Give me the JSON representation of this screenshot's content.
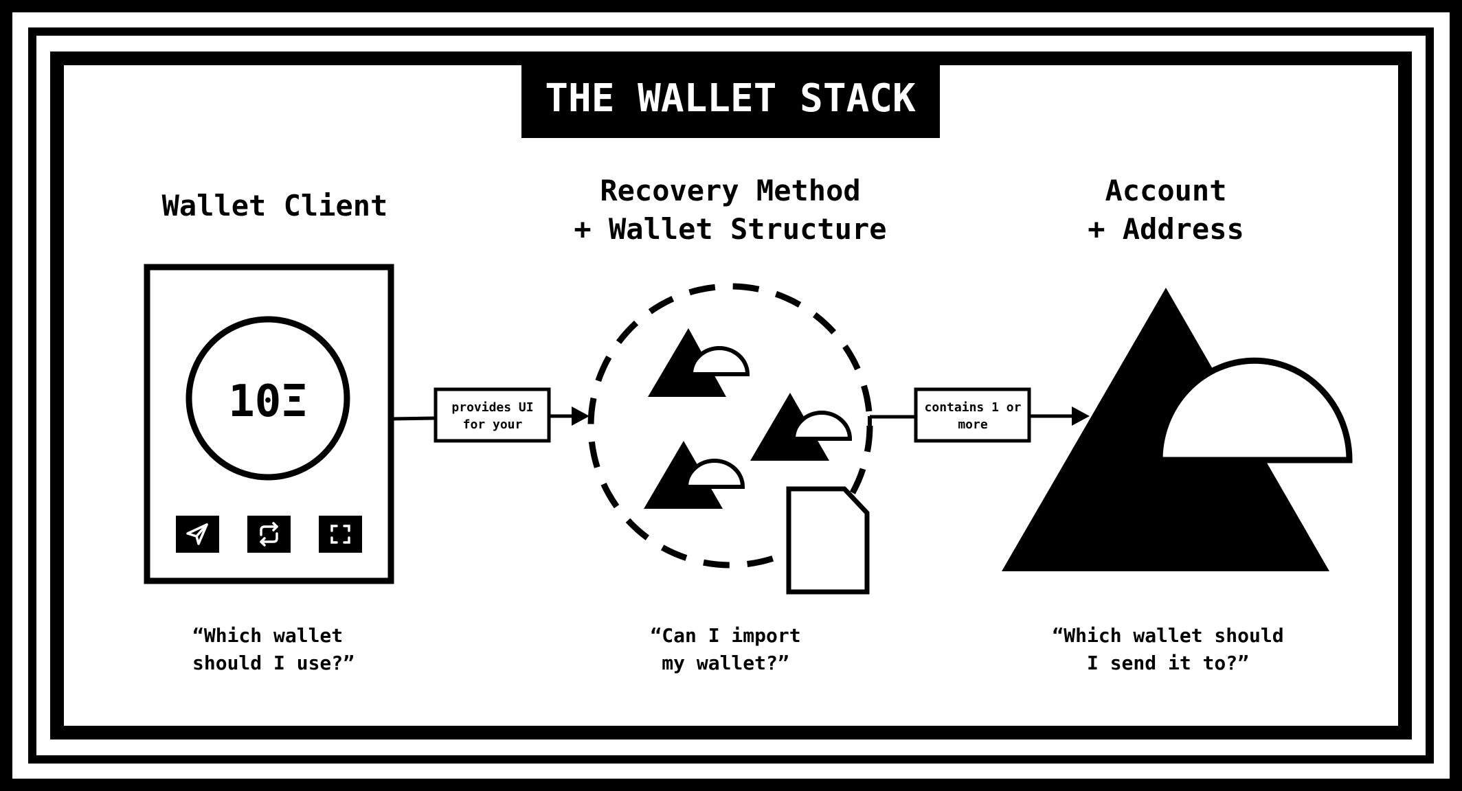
{
  "title": "THE WALLET STACK",
  "columns": {
    "client": {
      "heading": [
        "Wallet Client"
      ],
      "balance": "10Ξ",
      "quote": [
        "“Which wallet",
        "should I use?”"
      ],
      "buttons": [
        "send-icon",
        "swap-icon",
        "scan-icon"
      ]
    },
    "recovery": {
      "heading": [
        "Recovery Method",
        "+ Wallet Structure"
      ],
      "quote": [
        "“Can I import",
        "my wallet?”"
      ]
    },
    "account": {
      "heading": [
        "Account",
        "+ Address"
      ],
      "quote": [
        "“Which wallet should",
        "I send it to?”"
      ]
    }
  },
  "connectors": {
    "left": [
      "provides UI",
      "for your"
    ],
    "right": [
      "contains 1 or",
      "more"
    ]
  },
  "colors": {
    "ink": "#000000",
    "paper": "#ffffff"
  }
}
